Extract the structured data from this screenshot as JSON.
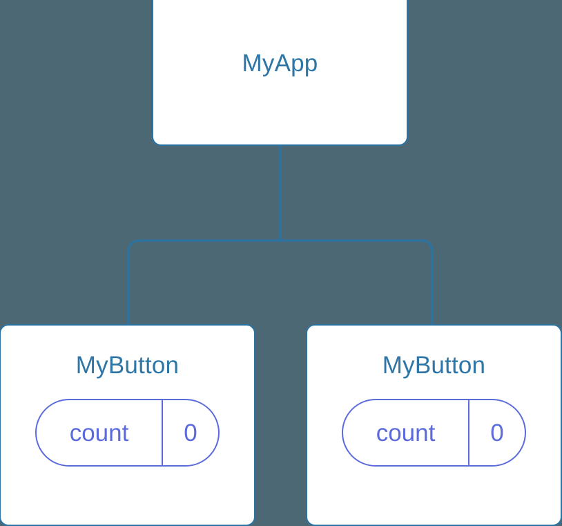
{
  "diagram": {
    "background_color": "#4c6875",
    "node_border_color": "#2a74a4",
    "node_title_color": "#2e76a5",
    "state_accent_color": "#5c6bdc",
    "connector_color": "#2a74a4",
    "root": {
      "title": "MyApp"
    },
    "children": [
      {
        "title": "MyButton",
        "state": {
          "key": "count",
          "value": "0"
        }
      },
      {
        "title": "MyButton",
        "state": {
          "key": "count",
          "value": "0"
        }
      }
    ]
  }
}
